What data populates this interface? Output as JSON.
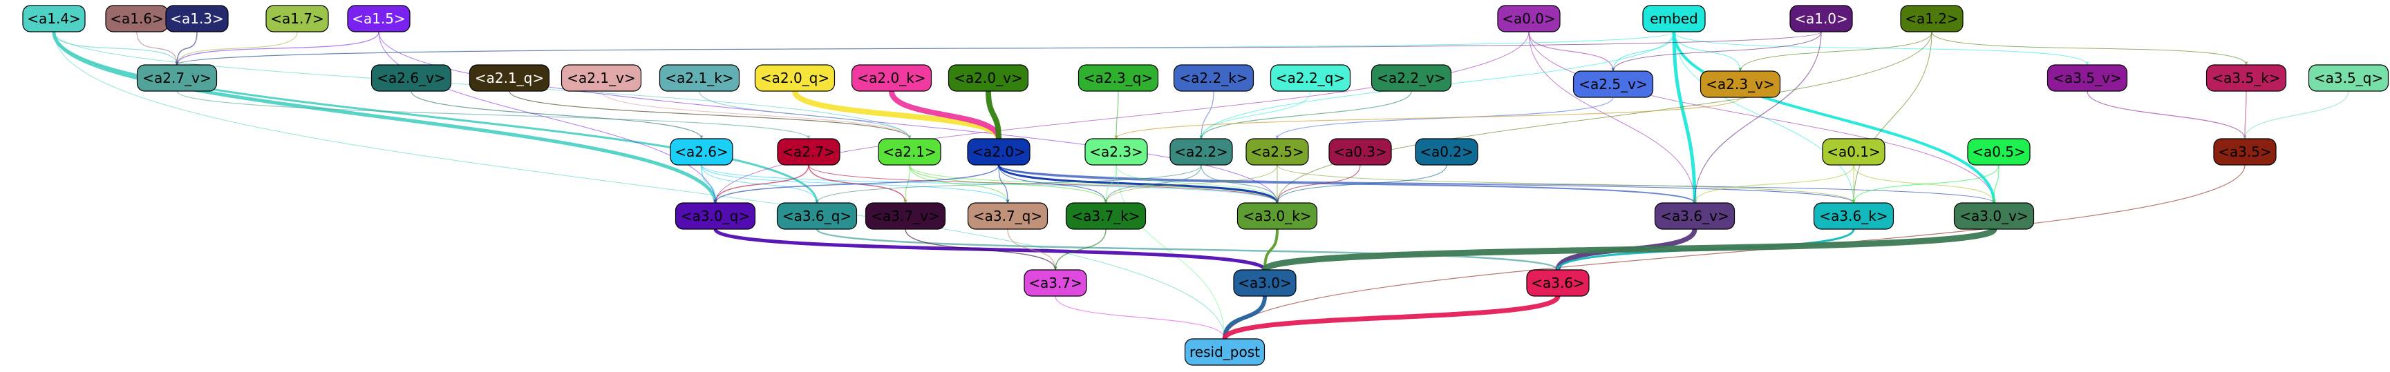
{
  "nodes": [
    {
      "id": "a1.4",
      "label": "<a1.4>",
      "fill": "#4fd1c5",
      "text": "#000000"
    },
    {
      "id": "a1.6",
      "label": "<a1.6>",
      "fill": "#9b6b6b",
      "text": "#000000"
    },
    {
      "id": "a1.3",
      "label": "<a1.3>",
      "fill": "#252a6e",
      "text": "#ffffff"
    },
    {
      "id": "a1.7",
      "label": "<a1.7>",
      "fill": "#9cc44a",
      "text": "#000000"
    },
    {
      "id": "a1.5",
      "label": "<a1.5>",
      "fill": "#7a22f0",
      "text": "#ffffff"
    },
    {
      "id": "a0.0",
      "label": "<a0.0>",
      "fill": "#9a2fb0",
      "text": "#000000"
    },
    {
      "id": "embed",
      "label": "embed",
      "fill": "#1ee8dc",
      "text": "#000000"
    },
    {
      "id": "a1.0",
      "label": "<a1.0>",
      "fill": "#5e1a78",
      "text": "#ffffff"
    },
    {
      "id": "a1.2",
      "label": "<a1.2>",
      "fill": "#4e7a0c",
      "text": "#000000"
    },
    {
      "id": "a2.7_v",
      "label": "<a2.7_v>",
      "fill": "#52a39a",
      "text": "#000000"
    },
    {
      "id": "a2.6_v",
      "label": "<a2.6_v>",
      "fill": "#1f6b66",
      "text": "#000000"
    },
    {
      "id": "a2.1_q",
      "label": "<a2.1_q>",
      "fill": "#3d3010",
      "text": "#ffffff"
    },
    {
      "id": "a2.1_v",
      "label": "<a2.1_v>",
      "fill": "#e0a8a8",
      "text": "#000000"
    },
    {
      "id": "a2.1_k",
      "label": "<a2.1_k>",
      "fill": "#62b0b4",
      "text": "#000000"
    },
    {
      "id": "a2.0_q",
      "label": "<a2.0_q>",
      "fill": "#f7e43a",
      "text": "#000000"
    },
    {
      "id": "a2.0_k",
      "label": "<a2.0_k>",
      "fill": "#f03aa0",
      "text": "#000000"
    },
    {
      "id": "a2.0_v",
      "label": "<a2.0_v>",
      "fill": "#33800e",
      "text": "#000000"
    },
    {
      "id": "a2.3_q",
      "label": "<a2.3_q>",
      "fill": "#2fb02f",
      "text": "#000000"
    },
    {
      "id": "a2.2_k",
      "label": "<a2.2_k>",
      "fill": "#3f68c6",
      "text": "#000000"
    },
    {
      "id": "a2.2_q",
      "label": "<a2.2_q>",
      "fill": "#4af2d8",
      "text": "#000000"
    },
    {
      "id": "a2.2_v",
      "label": "<a2.2_v>",
      "fill": "#2a8a55",
      "text": "#000000"
    },
    {
      "id": "a2.5_v",
      "label": "<a2.5_v>",
      "fill": "#4a70e6",
      "text": "#000000"
    },
    {
      "id": "a2.3_v",
      "label": "<a2.3_v>",
      "fill": "#c9951e",
      "text": "#000000"
    },
    {
      "id": "a3.5_v",
      "label": "<a3.5_v>",
      "fill": "#8c1a96",
      "text": "#000000"
    },
    {
      "id": "a3.5_k",
      "label": "<a3.5_k>",
      "fill": "#b81e5c",
      "text": "#000000"
    },
    {
      "id": "a3.5_q",
      "label": "<a3.5_q>",
      "fill": "#78dfa8",
      "text": "#000000"
    },
    {
      "id": "a2.6",
      "label": "<a2.6>",
      "fill": "#1ccff8",
      "text": "#000000"
    },
    {
      "id": "a2.7",
      "label": "<a2.7>",
      "fill": "#b8002e",
      "text": "#000000"
    },
    {
      "id": "a2.1",
      "label": "<a2.1>",
      "fill": "#58e23a",
      "text": "#000000"
    },
    {
      "id": "a2.0",
      "label": "<a2.0>",
      "fill": "#0c36b0",
      "text": "#000000"
    },
    {
      "id": "a2.3",
      "label": "<a2.3>",
      "fill": "#6cf58a",
      "text": "#000000"
    },
    {
      "id": "a2.2",
      "label": "<a2.2>",
      "fill": "#3a8a80",
      "text": "#000000"
    },
    {
      "id": "a2.5",
      "label": "<a2.5>",
      "fill": "#7aa42a",
      "text": "#000000"
    },
    {
      "id": "a0.3",
      "label": "<a0.3>",
      "fill": "#9c1448",
      "text": "#000000"
    },
    {
      "id": "a0.2",
      "label": "<a0.2>",
      "fill": "#0f6a94",
      "text": "#000000"
    },
    {
      "id": "a0.1",
      "label": "<a0.1>",
      "fill": "#a8cc32",
      "text": "#000000"
    },
    {
      "id": "a0.5",
      "label": "<a0.5>",
      "fill": "#1ef050",
      "text": "#000000"
    },
    {
      "id": "a3.5",
      "label": "<a3.5>",
      "fill": "#8a2010",
      "text": "#000000"
    },
    {
      "id": "a3.0_q",
      "label": "<a3.0_q>",
      "fill": "#520cb0",
      "text": "#000000"
    },
    {
      "id": "a3.6_q",
      "label": "<a3.6_q>",
      "fill": "#2a9090",
      "text": "#000000"
    },
    {
      "id": "a3.7_v",
      "label": "<a3.7_v>",
      "fill": "#3a0c36",
      "text": "#000000"
    },
    {
      "id": "a3.7_q",
      "label": "<a3.7_q>",
      "fill": "#c0927a",
      "text": "#000000"
    },
    {
      "id": "a3.7_k",
      "label": "<a3.7_k>",
      "fill": "#1a7a1e",
      "text": "#000000"
    },
    {
      "id": "a3.0_k",
      "label": "<a3.0_k>",
      "fill": "#5c9c30",
      "text": "#000000"
    },
    {
      "id": "a3.6_v",
      "label": "<a3.6_v>",
      "fill": "#5a3a7e",
      "text": "#000000"
    },
    {
      "id": "a3.6_k",
      "label": "<a3.6_k>",
      "fill": "#12b8bc",
      "text": "#000000"
    },
    {
      "id": "a3.0_v",
      "label": "<a3.0_v>",
      "fill": "#3e7a54",
      "text": "#000000"
    },
    {
      "id": "a3.7",
      "label": "<a3.7>",
      "fill": "#de4ade",
      "text": "#000000"
    },
    {
      "id": "a3.0",
      "label": "<a3.0>",
      "fill": "#22609c",
      "text": "#000000"
    },
    {
      "id": "a3.6",
      "label": "<a3.6>",
      "fill": "#e41e58",
      "text": "#000000"
    },
    {
      "id": "resid_post",
      "label": "resid_post",
      "fill": "#52b8ee",
      "text": "#000000"
    }
  ],
  "edges": [
    {
      "from": "a1.4",
      "to": "a3.0_q",
      "color": "#4fd1c5",
      "weight": 5
    },
    {
      "from": "a1.4",
      "to": "a3.6_q",
      "color": "#4fd1c5",
      "weight": 3
    },
    {
      "from": "a1.4",
      "to": "a2.7_v",
      "color": "#4fd1c5",
      "weight": 1.2
    },
    {
      "from": "a1.4",
      "to": "resid_post",
      "color": "#4fd1c5",
      "weight": 1
    },
    {
      "from": "a1.4",
      "to": "a2.1",
      "color": "#4fd1c5",
      "weight": 1
    },
    {
      "from": "a1.6",
      "to": "a2.7_v",
      "color": "#9b6b6b",
      "weight": 1.2
    },
    {
      "from": "a1.3",
      "to": "a2.7_v",
      "color": "#252a6e",
      "weight": 1.5
    },
    {
      "from": "a1.7",
      "to": "a2.7_v",
      "color": "#9cc44a",
      "weight": 1.2
    },
    {
      "from": "a1.5",
      "to": "a2.7_v",
      "color": "#7a22f0",
      "weight": 1.2
    },
    {
      "from": "a1.5",
      "to": "a3.0_q",
      "color": "#7a22f0",
      "weight": 1
    },
    {
      "from": "a1.5",
      "to": "a3.0_k",
      "color": "#7a22f0",
      "weight": 1
    },
    {
      "from": "a0.0",
      "to": "a2.5_v",
      "color": "#9a2fb0",
      "weight": 1.2
    },
    {
      "from": "a0.0",
      "to": "a3.6_v",
      "color": "#9a2fb0",
      "weight": 1
    },
    {
      "from": "a0.0",
      "to": "a3.0_q",
      "color": "#9a2fb0",
      "weight": 1
    },
    {
      "from": "a0.0",
      "to": "a3.0_v",
      "color": "#9a2fb0",
      "weight": 1
    },
    {
      "from": "embed",
      "to": "a3.6_v",
      "color": "#1ee8dc",
      "weight": 5
    },
    {
      "from": "embed",
      "to": "a3.0_v",
      "color": "#1ee8dc",
      "weight": 4
    },
    {
      "from": "embed",
      "to": "a2.5_v",
      "color": "#1ee8dc",
      "weight": 1.2
    },
    {
      "from": "embed",
      "to": "a2.3_v",
      "color": "#1ee8dc",
      "weight": 1.2
    },
    {
      "from": "embed",
      "to": "a3.5_v",
      "color": "#1ee8dc",
      "weight": 1
    },
    {
      "from": "embed",
      "to": "a2.7_v",
      "color": "#1ee8dc",
      "weight": 1
    },
    {
      "from": "embed",
      "to": "a3.6_k",
      "color": "#1ee8dc",
      "weight": 1
    },
    {
      "from": "embed",
      "to": "a2.2",
      "color": "#1ee8dc",
      "weight": 1
    },
    {
      "from": "a1.0",
      "to": "a3.6_v",
      "color": "#5e1a78",
      "weight": 1.2
    },
    {
      "from": "a1.0",
      "to": "a2.5_v",
      "color": "#5e1a78",
      "weight": 1
    },
    {
      "from": "a1.0",
      "to": "a2.7_v",
      "color": "#5e1a78",
      "weight": 1
    },
    {
      "from": "a1.2",
      "to": "a3.5_k",
      "color": "#4e7a0c",
      "weight": 1
    },
    {
      "from": "a1.2",
      "to": "a2.3_v",
      "color": "#4e7a0c",
      "weight": 1
    },
    {
      "from": "a1.2",
      "to": "a3.0_k",
      "color": "#4e7a0c",
      "weight": 1
    },
    {
      "from": "a1.2",
      "to": "a3.6_k",
      "color": "#4e7a0c",
      "weight": 1
    },
    {
      "from": "a2.7_v",
      "to": "a2.7",
      "color": "#52a39a",
      "weight": 1.2
    },
    {
      "from": "a2.6_v",
      "to": "a2.6",
      "color": "#1f6b66",
      "weight": 1.2
    },
    {
      "from": "a2.1_q",
      "to": "a2.1",
      "color": "#3d3010",
      "weight": 1.2
    },
    {
      "from": "a2.1_v",
      "to": "a2.1",
      "color": "#e0a8a8",
      "weight": 1.2
    },
    {
      "from": "a2.1_k",
      "to": "a2.1",
      "color": "#62b0b4",
      "weight": 1.2
    },
    {
      "from": "a2.0_q",
      "to": "a2.0",
      "color": "#f7e43a",
      "weight": 8
    },
    {
      "from": "a2.0_k",
      "to": "a2.0",
      "color": "#f03aa0",
      "weight": 8
    },
    {
      "from": "a2.0_v",
      "to": "a2.0",
      "color": "#33800e",
      "weight": 8
    },
    {
      "from": "a2.3_q",
      "to": "a2.3",
      "color": "#2fb02f",
      "weight": 1.2
    },
    {
      "from": "a2.2_k",
      "to": "a2.2",
      "color": "#3f68c6",
      "weight": 1.2
    },
    {
      "from": "a2.2_q",
      "to": "a2.2",
      "color": "#4af2d8",
      "weight": 1.2
    },
    {
      "from": "a2.2_v",
      "to": "a2.2",
      "color": "#2a8a55",
      "weight": 1.2
    },
    {
      "from": "a2.5_v",
      "to": "a2.5",
      "color": "#4a70e6",
      "weight": 1.2
    },
    {
      "from": "a2.3_v",
      "to": "a2.3",
      "color": "#c9951e",
      "weight": 1.2
    },
    {
      "from": "a3.5_v",
      "to": "a3.5",
      "color": "#8c1a96",
      "weight": 1.2
    },
    {
      "from": "a3.5_k",
      "to": "a3.5",
      "color": "#b81e5c",
      "weight": 1.2
    },
    {
      "from": "a3.5_q",
      "to": "a3.5",
      "color": "#78dfa8",
      "weight": 1.2
    },
    {
      "from": "a2.6",
      "to": "a3.0_q",
      "color": "#1ccff8",
      "weight": 1.5
    },
    {
      "from": "a2.6",
      "to": "a3.6_q",
      "color": "#1ccff8",
      "weight": 1
    },
    {
      "from": "a2.6",
      "to": "a3.7_q",
      "color": "#1ccff8",
      "weight": 1
    },
    {
      "from": "a2.6",
      "to": "a3.0_k",
      "color": "#1ccff8",
      "weight": 1
    },
    {
      "from": "a2.7",
      "to": "a3.0_q",
      "color": "#b8002e",
      "weight": 1.5
    },
    {
      "from": "a2.7",
      "to": "a3.7_v",
      "color": "#b8002e",
      "weight": 1.5
    },
    {
      "from": "a2.7",
      "to": "a3.0_k",
      "color": "#b8002e",
      "weight": 1
    },
    {
      "from": "a2.1",
      "to": "a3.7_v",
      "color": "#58e23a",
      "weight": 1.2
    },
    {
      "from": "a2.1",
      "to": "a3.7_q",
      "color": "#58e23a",
      "weight": 1.2
    },
    {
      "from": "a2.1",
      "to": "a3.7_k",
      "color": "#58e23a",
      "weight": 1.2
    },
    {
      "from": "a2.1",
      "to": "a3.0_k",
      "color": "#58e23a",
      "weight": 1
    },
    {
      "from": "a2.0",
      "to": "a3.0_k",
      "color": "#0c36b0",
      "weight": 3
    },
    {
      "from": "a2.0",
      "to": "a3.6_v",
      "color": "#0c36b0",
      "weight": 2
    },
    {
      "from": "a2.0",
      "to": "a3.0_q",
      "color": "#0c36b0",
      "weight": 1.5
    },
    {
      "from": "a2.0",
      "to": "a3.7_q",
      "color": "#0c36b0",
      "weight": 1.2
    },
    {
      "from": "a2.0",
      "to": "a3.7_k",
      "color": "#0c36b0",
      "weight": 1.2
    },
    {
      "from": "a2.0",
      "to": "a3.6_k",
      "color": "#0c36b0",
      "weight": 1.2
    },
    {
      "from": "a2.0",
      "to": "a3.0_v",
      "color": "#0c36b0",
      "weight": 1
    },
    {
      "from": "a2.3",
      "to": "a3.7_k",
      "color": "#6cf58a",
      "weight": 1.2
    },
    {
      "from": "a2.3",
      "to": "a3.0_k",
      "color": "#6cf58a",
      "weight": 1
    },
    {
      "from": "a2.3",
      "to": "resid_post",
      "color": "#6cf58a",
      "weight": 1
    },
    {
      "from": "a2.2",
      "to": "a3.7_k",
      "color": "#3a8a80",
      "weight": 1.2
    },
    {
      "from": "a2.2",
      "to": "a3.0_k",
      "color": "#3a8a80",
      "weight": 1.2
    },
    {
      "from": "a2.2",
      "to": "a3.6_q",
      "color": "#3a8a80",
      "weight": 1
    },
    {
      "from": "a2.5",
      "to": "a3.0_k",
      "color": "#7aa42a",
      "weight": 1.2
    },
    {
      "from": "a2.5",
      "to": "a3.7_k",
      "color": "#7aa42a",
      "weight": 1
    },
    {
      "from": "a2.5",
      "to": "a3.6_k",
      "color": "#7aa42a",
      "weight": 1
    },
    {
      "from": "a0.3",
      "to": "a3.0_k",
      "color": "#9c1448",
      "weight": 1.2
    },
    {
      "from": "a0.2",
      "to": "a3.0_k",
      "color": "#0f6a94",
      "weight": 1.2
    },
    {
      "from": "a0.1",
      "to": "a3.6_v",
      "color": "#a8cc32",
      "weight": 1.2
    },
    {
      "from": "a0.1",
      "to": "a3.0_v",
      "color": "#a8cc32",
      "weight": 1.2
    },
    {
      "from": "a0.1",
      "to": "a3.6_k",
      "color": "#a8cc32",
      "weight": 1.2
    },
    {
      "from": "a0.5",
      "to": "a3.0_v",
      "color": "#1ef050",
      "weight": 1.2
    },
    {
      "from": "a0.5",
      "to": "a3.6_k",
      "color": "#1ef050",
      "weight": 1.2
    },
    {
      "from": "a3.5",
      "to": "resid_post",
      "color": "#8a2010",
      "weight": 1.2
    },
    {
      "from": "a3.0_q",
      "to": "a3.0",
      "color": "#520cb0",
      "weight": 5
    },
    {
      "from": "a3.6_q",
      "to": "a3.6",
      "color": "#2a9090",
      "weight": 2.5
    },
    {
      "from": "a3.7_v",
      "to": "a3.7",
      "color": "#3a0c36",
      "weight": 1.5
    },
    {
      "from": "a3.7_q",
      "to": "a3.7",
      "color": "#c0927a",
      "weight": 1.5
    },
    {
      "from": "a3.7_k",
      "to": "a3.7",
      "color": "#1a7a1e",
      "weight": 1.5
    },
    {
      "from": "a3.0_k",
      "to": "a3.0",
      "color": "#5c9c30",
      "weight": 4
    },
    {
      "from": "a3.6_v",
      "to": "a3.6",
      "color": "#5a3a7e",
      "weight": 7
    },
    {
      "from": "a3.6_k",
      "to": "a3.6",
      "color": "#12b8bc",
      "weight": 3
    },
    {
      "from": "a3.0_v",
      "to": "a3.0",
      "color": "#3e7a54",
      "weight": 9
    },
    {
      "from": "a3.7",
      "to": "resid_post",
      "color": "#de4ade",
      "weight": 1.2
    },
    {
      "from": "a3.0",
      "to": "resid_post",
      "color": "#22609c",
      "weight": 6
    },
    {
      "from": "a3.6",
      "to": "resid_post",
      "color": "#e41e58",
      "weight": 7
    }
  ]
}
